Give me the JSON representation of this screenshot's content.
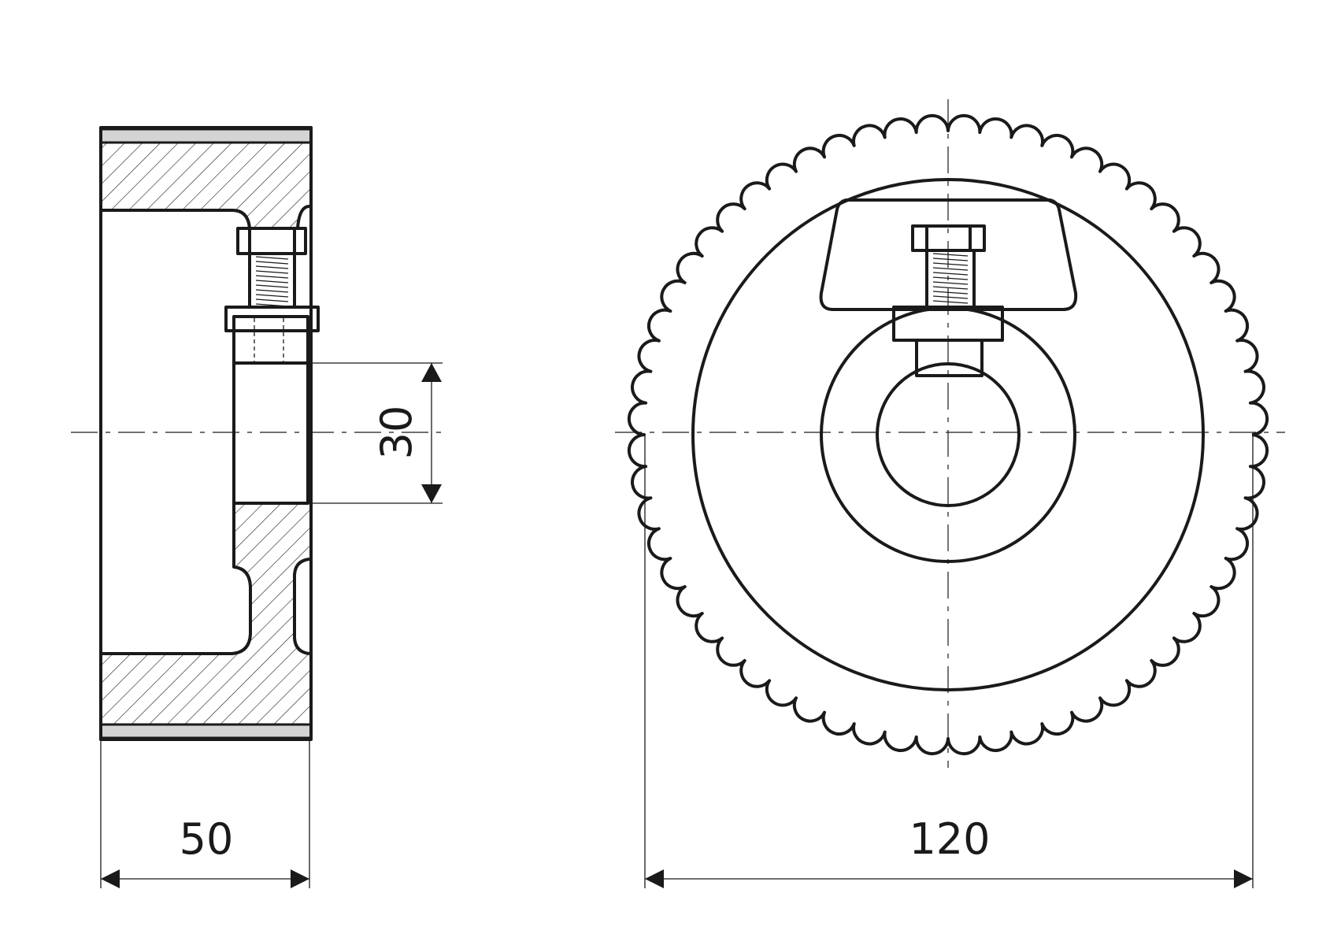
{
  "dimensions": {
    "width_label": "50",
    "bore_label": "30",
    "diameter_label": "120"
  },
  "colors": {
    "line": "#1a1a1a",
    "tread": "#d4d4d4",
    "background": "#ffffff"
  }
}
